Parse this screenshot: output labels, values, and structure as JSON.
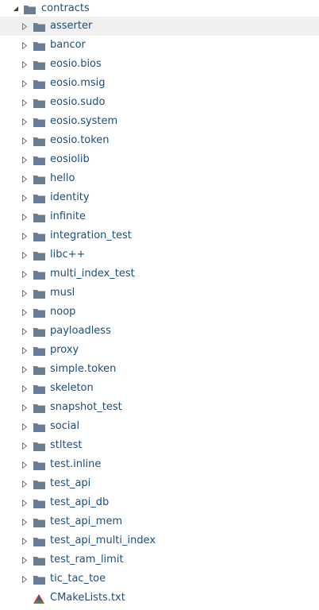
{
  "root": {
    "label": "contracts",
    "expanded": true
  },
  "folders": [
    {
      "label": "asserter"
    },
    {
      "label": "bancor"
    },
    {
      "label": "eosio.bios"
    },
    {
      "label": "eosio.msig"
    },
    {
      "label": "eosio.sudo"
    },
    {
      "label": "eosio.system"
    },
    {
      "label": "eosio.token"
    },
    {
      "label": "eosiolib"
    },
    {
      "label": "hello"
    },
    {
      "label": "identity"
    },
    {
      "label": "infinite"
    },
    {
      "label": "integration_test"
    },
    {
      "label": "libc++"
    },
    {
      "label": "multi_index_test"
    },
    {
      "label": "musl"
    },
    {
      "label": "noop"
    },
    {
      "label": "payloadless"
    },
    {
      "label": "proxy"
    },
    {
      "label": "simple.token"
    },
    {
      "label": "skeleton"
    },
    {
      "label": "snapshot_test"
    },
    {
      "label": "social"
    },
    {
      "label": "stltest"
    },
    {
      "label": "test.inline"
    },
    {
      "label": "test_api"
    },
    {
      "label": "test_api_db"
    },
    {
      "label": "test_api_mem"
    },
    {
      "label": "test_api_multi_index"
    },
    {
      "label": "test_ram_limit"
    },
    {
      "label": "tic_tac_toe"
    }
  ],
  "files": [
    {
      "label": "CMakeLists.txt",
      "icon": "cmake-icon"
    }
  ],
  "colors": {
    "label": "#1a4e80",
    "folder": "#6b7d95",
    "hover_bg": "#efefef",
    "twisty": "#7a7a7a",
    "cmake_red": "#c8392b"
  }
}
